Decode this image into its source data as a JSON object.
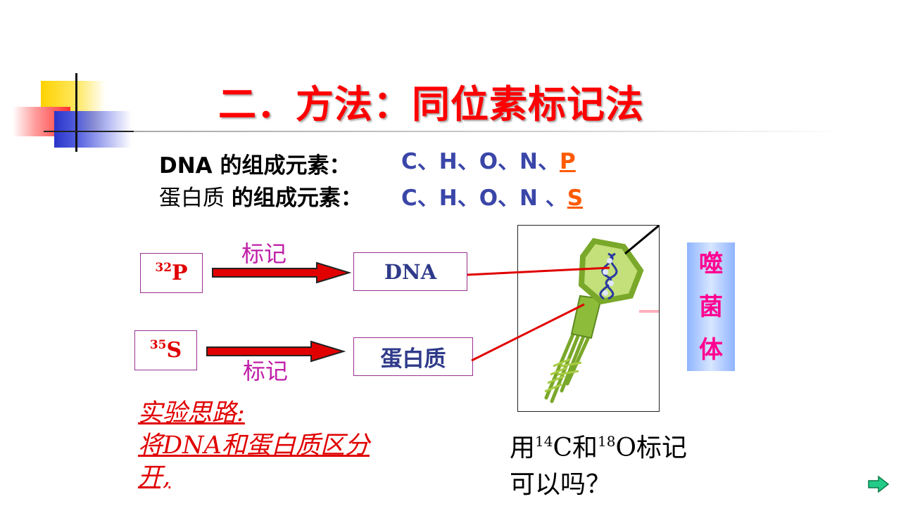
{
  "slide": {
    "title": "二．方法：同位素标记法",
    "dna_label": "DNA 的组成元素：",
    "dna_label_parts": {
      "prefix": "DNA ",
      "rest": "的组成元素："
    },
    "dna_elements": {
      "base": "C、H、O、N、",
      "highlight": "P"
    },
    "protein_label_parts": {
      "prefix": "蛋白质 ",
      "rest": "的组成元素："
    },
    "protein_elements": {
      "base": "C、H、O、N 、",
      "highlight": "S"
    },
    "isotope_p": {
      "mass": "32",
      "symbol": "P"
    },
    "isotope_s": {
      "mass": "35",
      "symbol": "S"
    },
    "mark_label": "标记",
    "target_dna": "DNA",
    "target_protein": "蛋白质",
    "phage_label": [
      "噬",
      "菌",
      "体"
    ],
    "idea_lines": [
      "实验思路:",
      "将DNA和蛋白质区分",
      "开,"
    ],
    "question": {
      "line1_a": "用",
      "sup1": "14",
      "line1_b": "C和",
      "sup2": "18",
      "line1_c": "O标记",
      "line2": "可以吗？"
    }
  },
  "colors": {
    "title": "#ff0000",
    "elements": "#3a46a8",
    "highlight": "#ff5a00",
    "arrow": "#e00000",
    "mark": "#c020a8",
    "phage_label": "#ff0090",
    "next_arrow": "#22cc88"
  },
  "icons": {
    "next": "next-slide-arrow-icon",
    "phage": "phage-illustration"
  }
}
